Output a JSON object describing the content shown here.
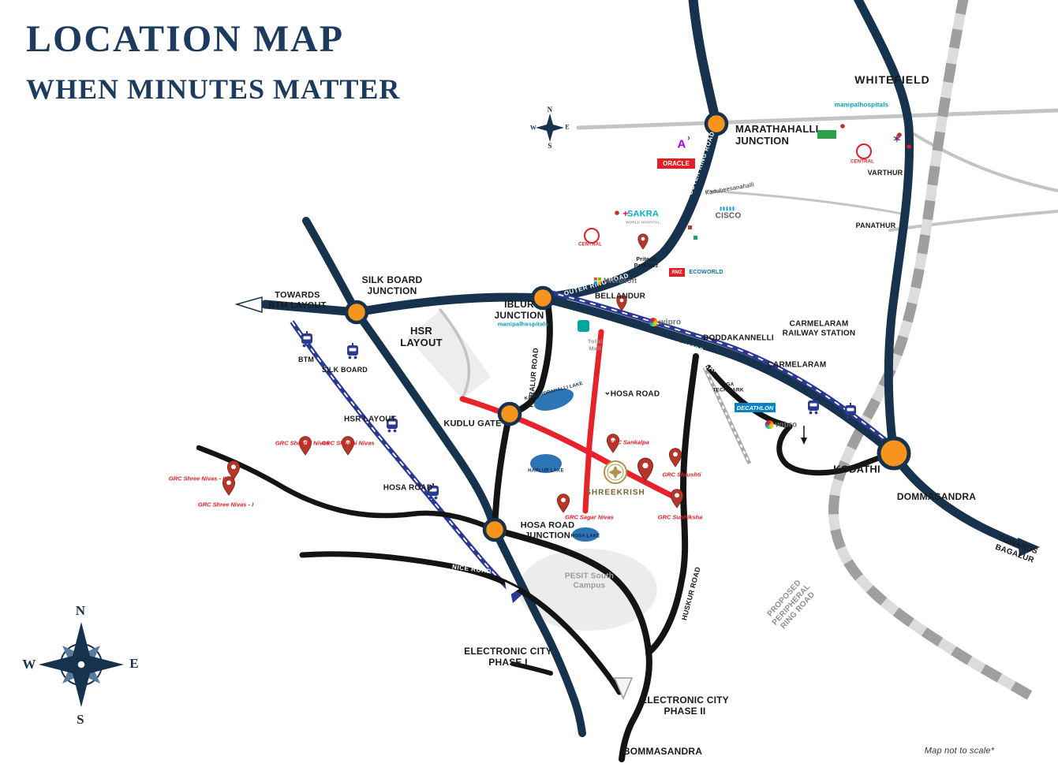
{
  "title": {
    "line1": "LOCATION MAP",
    "line2": "WHEN MINUTES MATTER"
  },
  "footnote": "Map not to scale*",
  "compass": {
    "n": "N",
    "s": "S",
    "e": "E",
    "w": "W"
  },
  "colors": {
    "navy": "#16324d",
    "junction_orange": "#f7941d",
    "road_red": "#e8222a",
    "metro_blue": "#2b3990",
    "lake_blue": "#2e75b6",
    "pin_red": "#b5372a",
    "gold": "#b2914a",
    "grc_red": "#e31e25"
  },
  "places": {
    "whitefield": "WHITEFIELD",
    "marathahalli": "MARATHAHALLI\nJUNCTION",
    "kadubeesanahalli": "Kadubeesanahalli",
    "varthur": "VARTHUR",
    "panathur": "PANATHUR",
    "silk_board_junction": "SILK BOARD\nJUNCTION",
    "towards_btm": "TOWARDS\nBTM LAYOUT",
    "hsr_layout": "HSR\nLAYOUT",
    "btm": "BTM",
    "silk_board": "SILK BOARD",
    "iblur": "IBLUR\nJUNCTION",
    "bellandur": "BELLANDUR",
    "doddakannelli": "DODDAKANNELLI",
    "carmelaram_station": "CARMELARAM\nRAILWAY STATION",
    "carmelaram": "CARMELARAM",
    "hsr_layout_small": "HSR LAYOUT",
    "kudlu_gate": "KUDLU GATE",
    "hosa_road_station": "HOSA ROAD",
    "hosa_road_junction": "HOSA ROAD\nJUNCTION",
    "pesit": "PESIT South\nCampus",
    "electronic_city_1": "ELECTRONIC CITY\nPHASE I",
    "electronic_city_2": "ELECTRONIC CITY\nPHASE II",
    "bommasandra": "BOMMASANDRA",
    "kodathi": "KODATHI",
    "dommasandra": "DOMMASANDRA",
    "towards_bagalur": "TOWARDS\nBAGALUR"
  },
  "roads": {
    "outer_ring_road": "OUTER RING ROAD",
    "sarjapur_road": "SARJAPUR ROAD",
    "proposed_metro": "PROPOSED METRO",
    "hosur_road": "HOSUR ROAD",
    "haralur_road": "HARALUR ROAD",
    "hosa_road": "HOSA ROAD",
    "hosa_road_arrow": "⌄",
    "nice_road": "NICE ROAD",
    "huskur_road": "HUSKUR ROAD",
    "peripheral": "PROPOSED\nPERIPHERAL\nRING ROAD"
  },
  "landmarks": {
    "manipal": "manipalhospitals",
    "oracle": "ORACLE",
    "accenture_a": "A",
    "accenture_mark": "›",
    "central": "CENTRAL",
    "sakra_plus": "+",
    "sakra": "SAKRA",
    "sakra_sub": "WORLD HOSPITAL",
    "cisco": "CISCO",
    "microsoft": "Microsoft",
    "pritech": "Pritech\nPark Sez",
    "rmz": "RMZ",
    "ecoworld": "ECOWORLD",
    "wipro": "wipro",
    "decathlon": "DECATHLON",
    "total_mall": "Total\nMall",
    "rga": "RGA\nTECH PARK",
    "star": "✶"
  },
  "lakes": {
    "kaikondrahalli": "KAIKONDRAHALLI LAKE",
    "harlur": "HARLUR LAKE",
    "hosa": "HOSA LAKE"
  },
  "project": {
    "name": "SHREEKRISH"
  },
  "grc": {
    "shanthi": "GRC Shanthi Nivas",
    "shruthi": "GRC Shruthi Nivas",
    "shree2": "GRC Shree Nivas - II",
    "shree1": "GRC Shree Nivas - I",
    "sankalpa": "GRC Sankalpa",
    "shrushti": "GRC Shrushti",
    "subhiksha": "GRC Subhiksha",
    "sagar": "GRC Sagar Nivas"
  }
}
